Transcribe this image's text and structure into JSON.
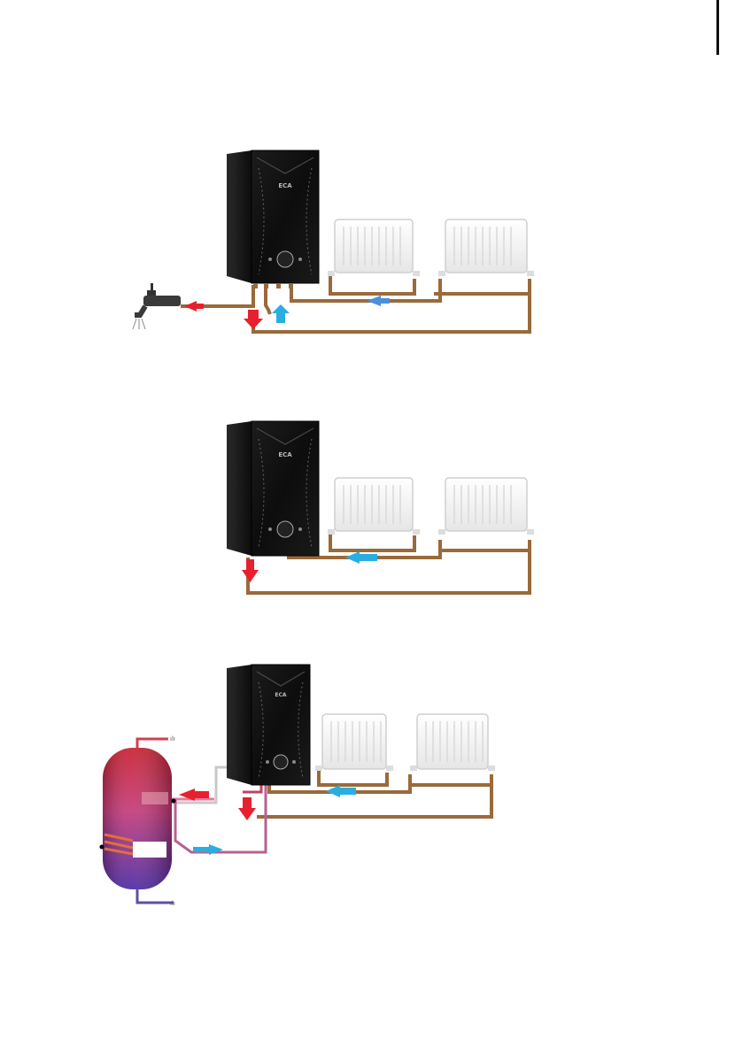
{
  "brand": "ECA",
  "tank_labels": {
    "top": "ılı",
    "bottom": "ılı"
  },
  "colors": {
    "pipe": "#9a6a3a",
    "hot_arrow": "#e8202e",
    "cold_arrow": "#2aaee2",
    "boiler_body": "#141414",
    "radiator": "#f4f4f4",
    "tank_top": "#c41e32",
    "tank_bottom": "#4a2a9e"
  },
  "diagrams": [
    {
      "id": "combi-hot-water-and-heating",
      "has_tap": true,
      "has_tank": false
    },
    {
      "id": "heating-only",
      "has_tap": false,
      "has_tank": false
    },
    {
      "id": "system-with-hot-water-cylinder",
      "has_tap": false,
      "has_tank": true
    }
  ]
}
